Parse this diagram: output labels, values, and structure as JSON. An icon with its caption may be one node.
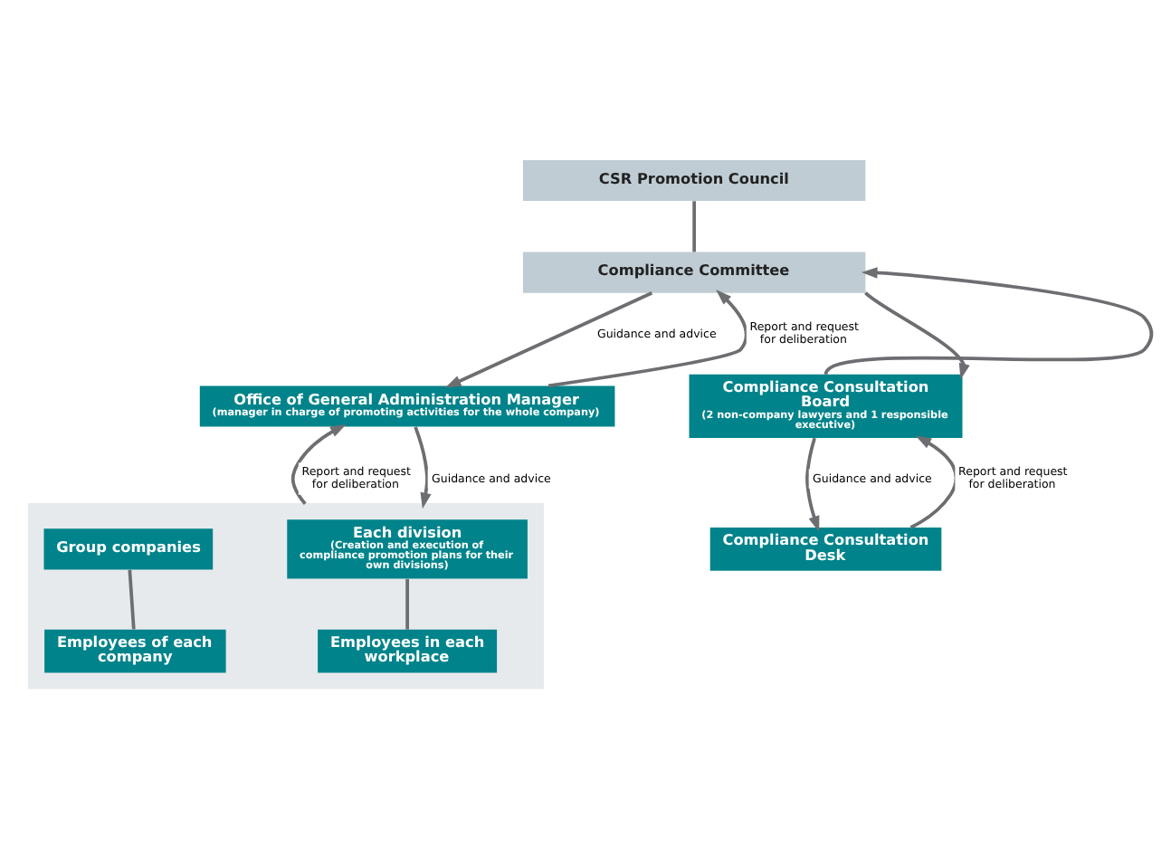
{
  "diagram": {
    "nodes": [
      {
        "text": [
          "CSR Promotion Council"
        ]
      },
      {
        "text": [
          "Compliance Committee"
        ]
      },
      {
        "text": [
          "Office of General Administration Manager",
          "(manager in charge of promoting activities for the whole company)"
        ]
      },
      {
        "text": [],
        "shape": "box"
      },
      {
        "text": [
          "Each division",
          "(Creation and execution of compliance promotion plans for their own divisions)"
        ],
        "in": 3
      },
      {
        "text": [
          "Group companies"
        ],
        "in": 3
      },
      {
        "text": [
          "Employees in each workplace"
        ],
        "in": 3
      },
      {
        "text": [
          "Employees of each company"
        ],
        "in": 3
      },
      {
        "text": [
          "Compliance Consultation Board",
          "(2 non-company lawyers and 1 responsible executive)"
        ]
      },
      {
        "text": [
          "Compliance Consultation Desk"
        ]
      }
    ],
    "edges": [
      {
        "from": 0,
        "to": 1,
        "arrow": "none"
      },
      {
        "from": 2,
        "to": 1,
        "arrow": "to",
        "label": "Report and request for deliberation"
      },
      {
        "from": 1,
        "to": 2,
        "arrow": "to",
        "label": "Guidance and advice"
      },
      {
        "from": 3,
        "to": 2,
        "arrow": "to",
        "label": "Report and request for deliberation"
      },
      {
        "from": 2,
        "to": 3,
        "arrow": "to",
        "label": "Guidance and advice"
      },
      {
        "from": 4,
        "to": 6,
        "arrow": "none"
      },
      {
        "from": 5,
        "to": 7,
        "arrow": "none"
      },
      {
        "from": 8,
        "to": 1,
        "arrow": "to"
      },
      {
        "from": 1,
        "to": 8,
        "arrow": "to"
      },
      {
        "from": 9,
        "to": 8,
        "arrow": "to",
        "label": "Report and request for deliberation"
      },
      {
        "from": 8,
        "to": 9,
        "arrow": "to",
        "label": "Guidance and advice"
      }
    ]
  }
}
